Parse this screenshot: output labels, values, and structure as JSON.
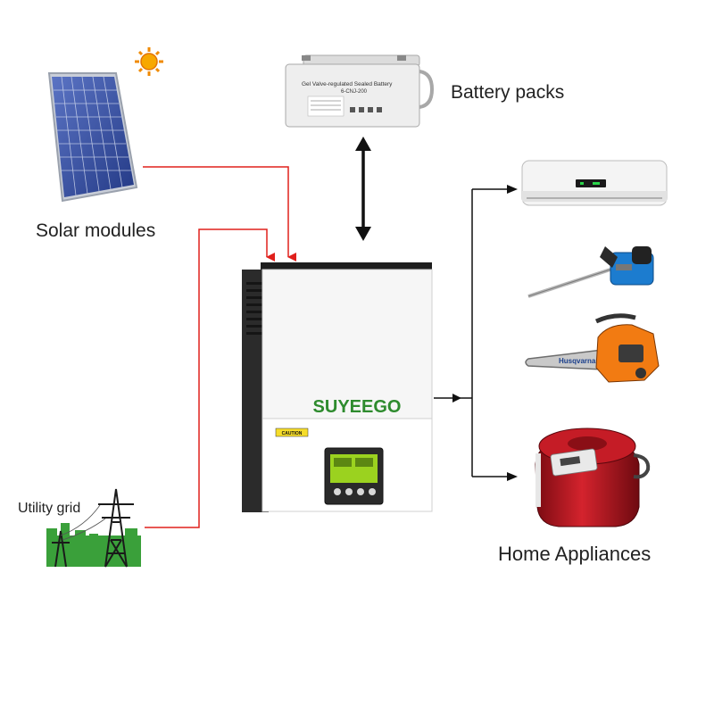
{
  "labels": {
    "solar": "Solar modules",
    "battery": "Battery packs",
    "grid": "Utility grid",
    "appliances": "Home Appliances"
  },
  "inverter": {
    "brand": "SUYEEGO",
    "caution": "CAUTION"
  },
  "battery_unit": {
    "title": "Gel Valve-regulated Sealed Battery",
    "model": "6-CNJ-200"
  },
  "chainsaw": {
    "brand": "Husqvarna"
  },
  "colors": {
    "power_line": "#e0201c",
    "load_line": "#111111",
    "brand_green": "#2e8b2e",
    "grid_green": "#3aa03a",
    "cooker_red": "#b5121b"
  },
  "icons": {
    "sun": "sun-icon",
    "solar": "solar-panel-icon",
    "battery": "battery-icon",
    "inverter": "inverter-icon",
    "grid": "power-tower-icon",
    "ac": "air-conditioner-icon",
    "hammer": "demolition-hammer-icon",
    "chainsaw": "chainsaw-icon",
    "cooker": "rice-cooker-icon"
  }
}
